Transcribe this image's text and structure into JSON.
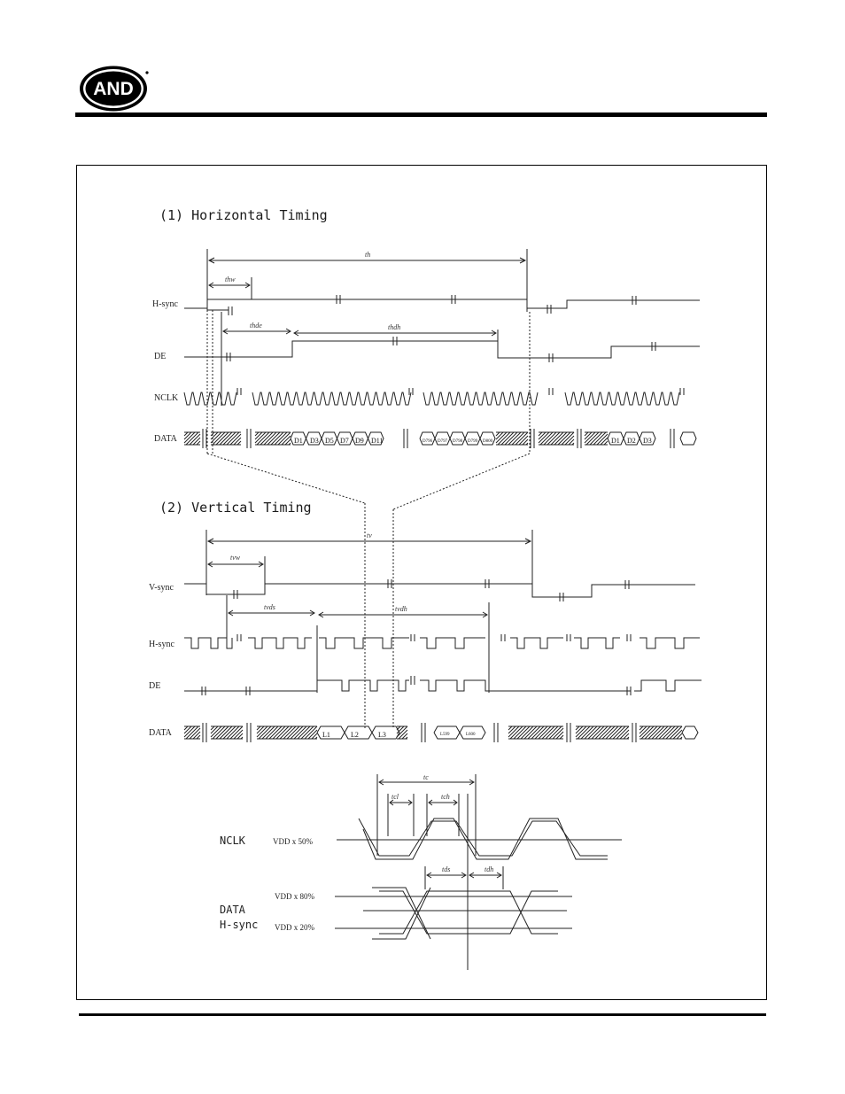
{
  "logo": {
    "text": "AND"
  },
  "horizontal": {
    "title": "(1) Horizontal Timing",
    "signals": [
      "H-sync",
      "DE",
      "NCLK",
      "DATA"
    ],
    "params": {
      "th": "th",
      "thw": "thw",
      "thde": "thde",
      "thdh": "thdh"
    },
    "data_cells": [
      "D1",
      "D3",
      "D5",
      "D7",
      "D9",
      "D11"
    ],
    "data_end_cells": [
      "D796",
      "D797",
      "D798",
      "D799",
      "D800"
    ],
    "data_next_cells": [
      "D1",
      "D2",
      "D3"
    ]
  },
  "vertical": {
    "title": "(2) Vertical Timing",
    "signals": [
      "V-sync",
      "H-sync",
      "DE",
      "DATA"
    ],
    "params": {
      "tv": "tv",
      "tvw": "tvw",
      "tvds": "tvds",
      "tvdh": "tvdh"
    },
    "data_cells": [
      "L1",
      "L2",
      "L3"
    ],
    "data_end_cells": [
      "L599",
      "L600"
    ]
  },
  "clock_detail": {
    "params": {
      "tc": "tc",
      "tcl": "tcl",
      "tch": "tch",
      "tds": "tds",
      "tdh": "tdh"
    },
    "labels": {
      "nclk": "NCLK",
      "data": "DATA",
      "hsync": "H-sync"
    },
    "levels": {
      "mid": "VDD x 50%",
      "high": "VDD x 80%",
      "low": "VDD x 20%"
    }
  }
}
